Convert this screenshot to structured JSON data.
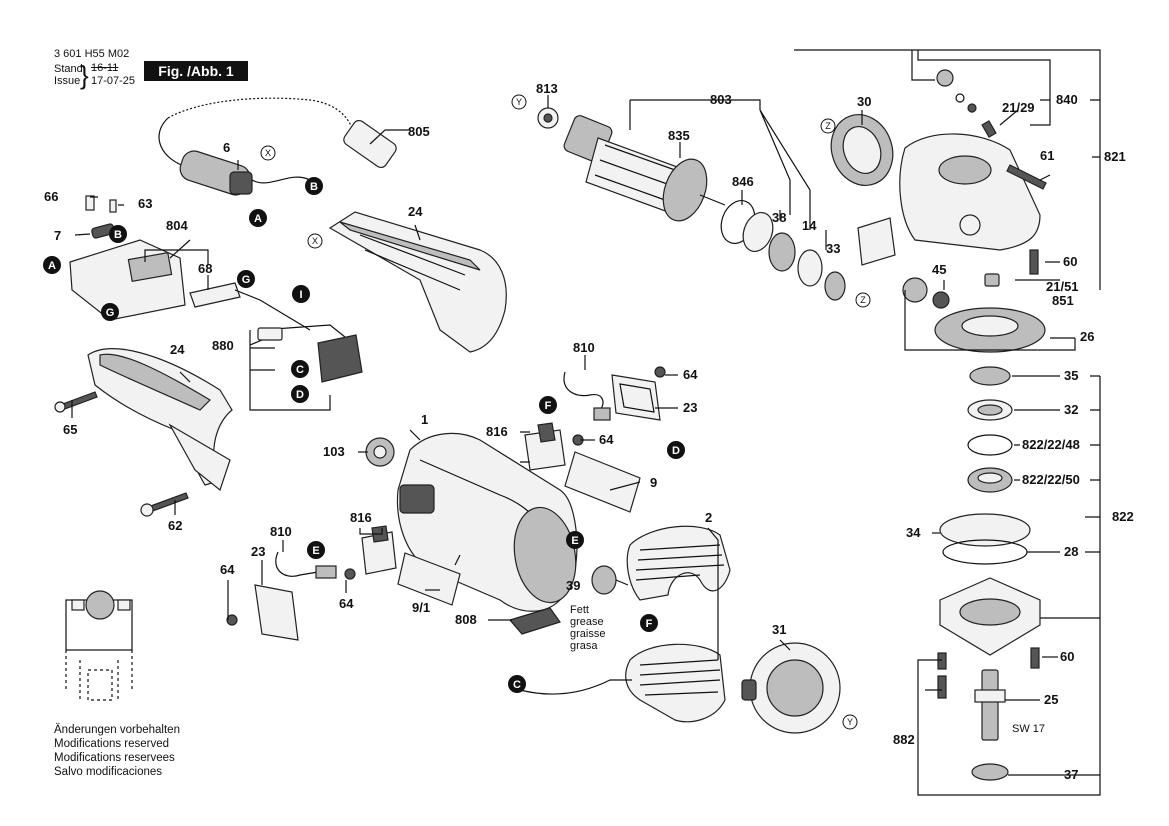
{
  "header": {
    "doc_number": "3 601 H55 M02",
    "stand_label": "Stand",
    "issue_label": "Issue",
    "stand_date": "16-11",
    "issue_date": "17-07-25",
    "fig_label": "Fig. /Abb. 1"
  },
  "footnote": [
    "Änderungen vorbehalten",
    "Modifications reserved",
    "Modifications reservees",
    "Salvo modificaciones"
  ],
  "grease_note": [
    "Fett",
    "grease",
    "graisse",
    "grasa"
  ],
  "wrench_size": "SW 17",
  "connectors": [
    "A",
    "B",
    "C",
    "D",
    "E",
    "F",
    "G",
    "I"
  ],
  "markers": [
    "X",
    "Y",
    "Z"
  ],
  "part_numbers": {
    "p805": "805",
    "p6": "6",
    "p66": "66",
    "p63": "63",
    "p7": "7",
    "p804": "804",
    "p68": "68",
    "p24a": "24",
    "p24b": "24",
    "p65": "65",
    "p62": "62",
    "p880": "880",
    "p813": "813",
    "p803": "803",
    "p835": "835",
    "p846": "846",
    "p38": "38",
    "p14": "14",
    "p33": "33",
    "p30": "30",
    "p840": "840",
    "p2129": "21/29",
    "p61": "61",
    "p821": "821",
    "p60a": "60",
    "p2151": "21/51",
    "p851": "851",
    "p45": "45",
    "p26": "26",
    "p35": "35",
    "p32": "32",
    "p8222248": "822/22/48",
    "p8222250": "822/22/50",
    "p822": "822",
    "p34": "34",
    "p28": "28",
    "p60b": "60",
    "p25": "25",
    "p882": "882",
    "p37": "37",
    "p810a": "810",
    "p64a": "64",
    "p23a": "23",
    "p816a": "816",
    "p64b": "64",
    "p1": "1",
    "p103": "103",
    "p9": "9",
    "p2": "2",
    "p39": "39",
    "p91": "9/1",
    "p808": "808",
    "p31": "31",
    "p810b": "810",
    "p816b": "816",
    "p23b": "23",
    "p64c": "64",
    "p64d": "64"
  }
}
